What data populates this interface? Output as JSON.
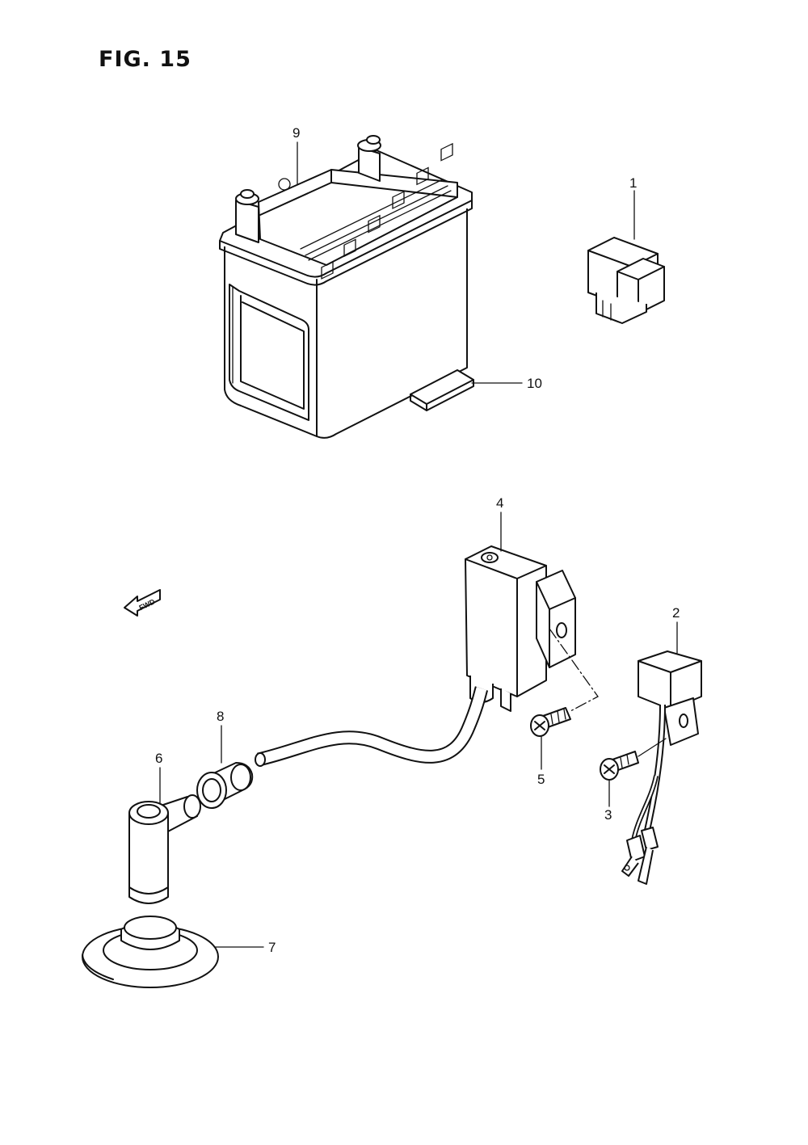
{
  "figure": {
    "title": "FIG. 15"
  },
  "direction_arrow": {
    "label": "FWD",
    "icon": "fwd-arrow-icon"
  },
  "callouts": [
    {
      "id": "1",
      "label": "1"
    },
    {
      "id": "2",
      "label": "2"
    },
    {
      "id": "3",
      "label": "3"
    },
    {
      "id": "4",
      "label": "4"
    },
    {
      "id": "5",
      "label": "5"
    },
    {
      "id": "6",
      "label": "6"
    },
    {
      "id": "7",
      "label": "7"
    },
    {
      "id": "8",
      "label": "8"
    },
    {
      "id": "9",
      "label": "9"
    },
    {
      "id": "10",
      "label": "10"
    }
  ]
}
